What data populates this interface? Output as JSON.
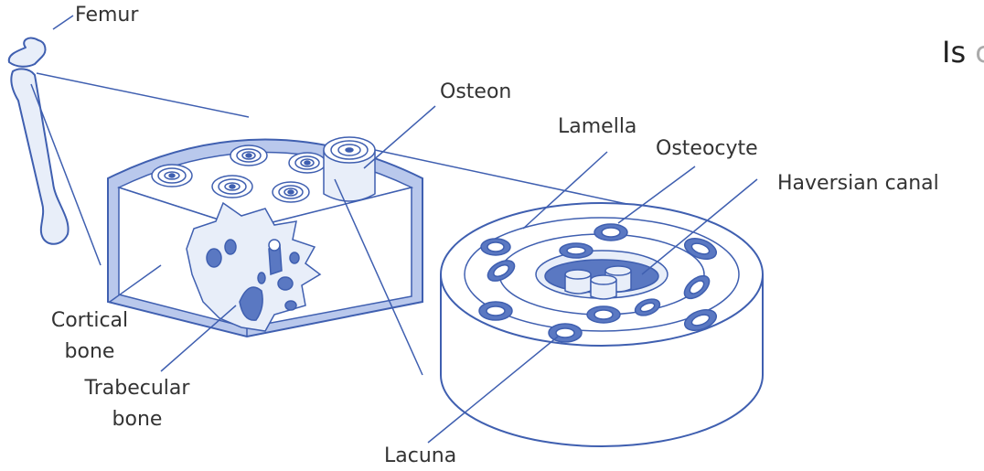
{
  "heading": {
    "text": "Is",
    "clipped_fragment": "c"
  },
  "labels": {
    "femur": "Femur",
    "osteon": "Osteon",
    "lamella": "Lamella",
    "osteocyte": "Osteocyte",
    "haversian_canal": "Haversian canal",
    "cortical_bone": [
      "Cortical",
      "bone"
    ],
    "trabecular_bone": [
      "Trabecular",
      "bone"
    ],
    "lacuna": "Lacuna"
  },
  "colors": {
    "line": "#3f5fb0",
    "fill_light": "#e8eef9",
    "fill_mid": "#b9c8ec",
    "fill_dark": "#5a78c2"
  }
}
